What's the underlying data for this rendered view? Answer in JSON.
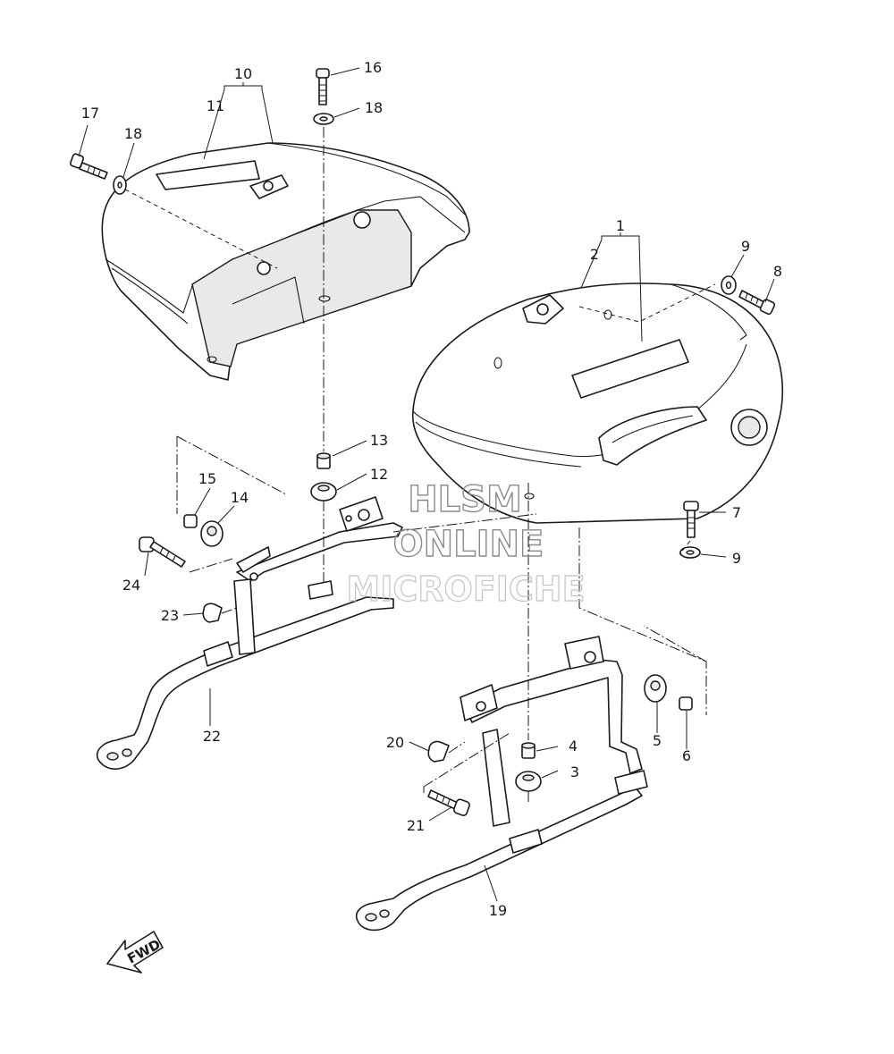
{
  "watermark": {
    "line1": "HLSM",
    "line2": "ONLINE",
    "line3": "MICROFICHE"
  },
  "direction_arrow": {
    "label": "FWD"
  },
  "callouts": {
    "c1": "1",
    "c2": "2",
    "c3": "3",
    "c4": "4",
    "c5": "5",
    "c6": "6",
    "c7": "7",
    "c8": "8",
    "c9a": "9",
    "c9b": "9",
    "c10": "10",
    "c11": "11",
    "c12": "12",
    "c13": "13",
    "c14": "14",
    "c15": "15",
    "c16": "16",
    "c17": "17",
    "c18a": "18",
    "c18b": "18",
    "c19": "19",
    "c20": "20",
    "c21": "21",
    "c22": "22",
    "c23": "23",
    "c24": "24"
  },
  "colors": {
    "line": "#1a1a1a",
    "watermark_dark": "#8a8a8a",
    "watermark_light": "#c4c4c4",
    "background": "#ffffff"
  }
}
